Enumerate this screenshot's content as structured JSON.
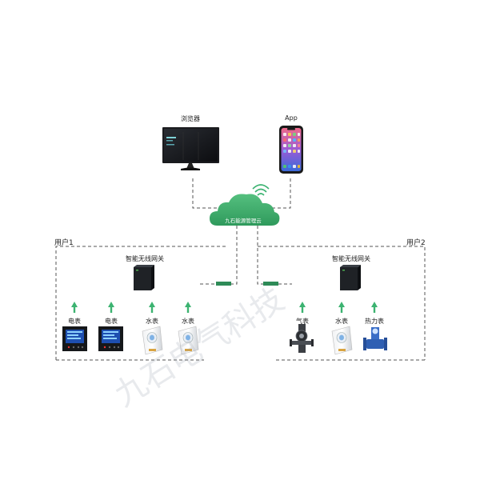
{
  "top": {
    "browser_label": "浏览器",
    "app_label": "App"
  },
  "cloud": {
    "label": "九石能源管理云"
  },
  "users": [
    {
      "label": "用户1",
      "gateway_label": "智能无线网关",
      "devices": [
        {
          "label": "电表",
          "icon": "electric-meter-icon"
        },
        {
          "label": "电表",
          "icon": "electric-meter-icon"
        },
        {
          "label": "水表",
          "icon": "water-meter-icon"
        },
        {
          "label": "水表",
          "icon": "water-meter-icon"
        }
      ]
    },
    {
      "label": "用户2",
      "gateway_label": "智能无线网关",
      "devices": [
        {
          "label": "气表",
          "icon": "gas-meter-icon"
        },
        {
          "label": "水表",
          "icon": "water-meter-icon"
        },
        {
          "label": "热力表",
          "icon": "heat-meter-icon"
        }
      ]
    }
  ],
  "watermark": "九石电气科技",
  "colors": {
    "cloud": "#3dab6b",
    "arrow": "#3cb371",
    "connector": "#2e8b57",
    "dashed_line": "#555555",
    "meter_screen": "#1e4fb0"
  }
}
